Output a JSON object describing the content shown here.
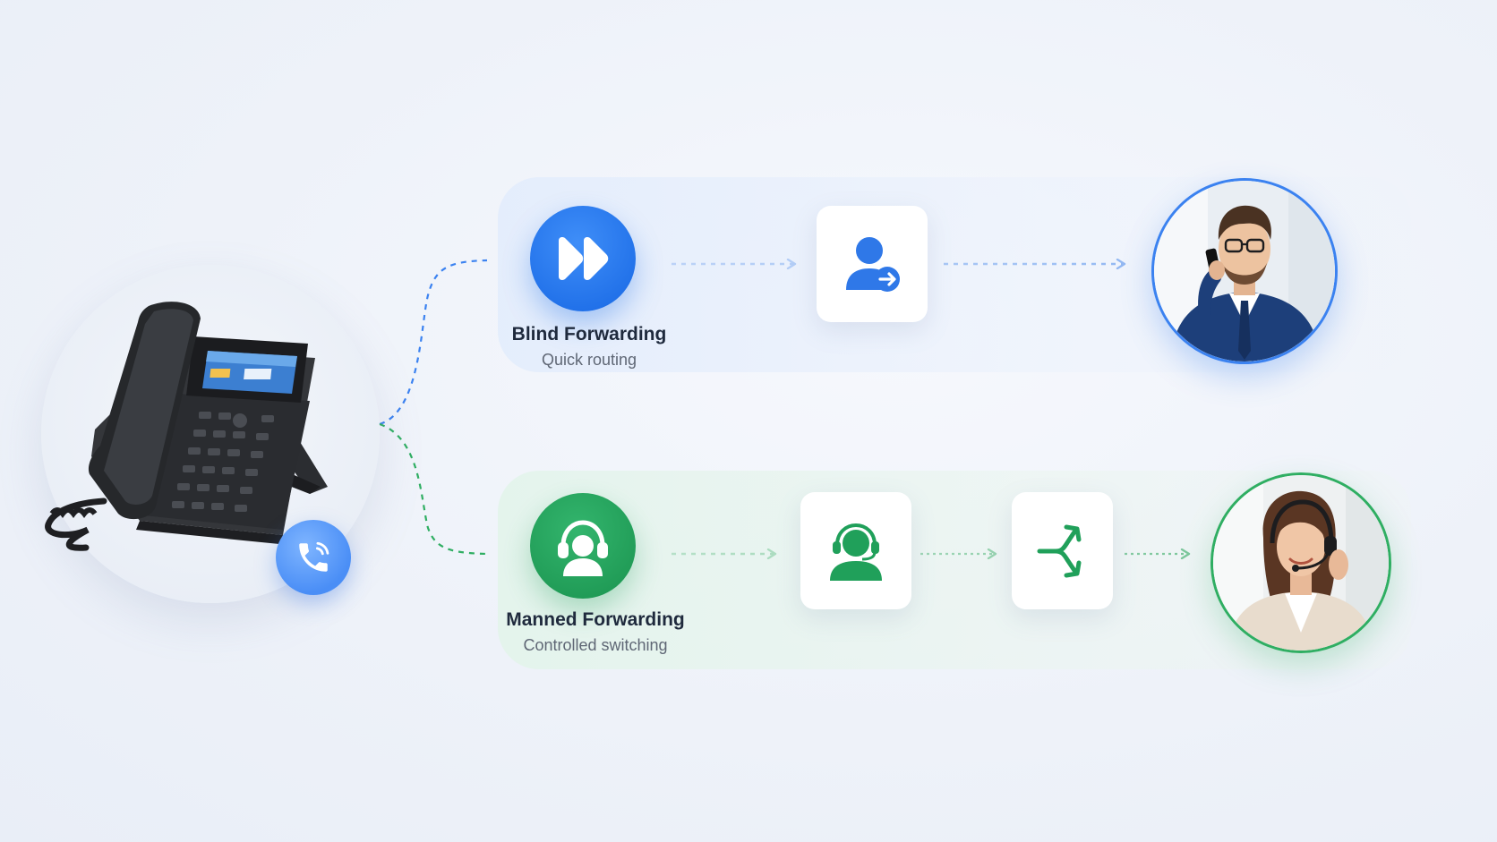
{
  "colors": {
    "blind_accent": "#1f6fe8",
    "manned_accent": "#1f9a55"
  },
  "source": {
    "device": "desk-ip-phone",
    "badge_icon": "phone-ringing-icon"
  },
  "blind": {
    "title": "Blind Forwarding",
    "subtitle": "Quick routing",
    "method_icon": "fast-forward-icon",
    "steps": [
      {
        "icon": "user-forward-icon"
      }
    ],
    "destination": "businessman-on-phone"
  },
  "manned": {
    "title": "Manned Forwarding",
    "subtitle": "Controlled switching",
    "method_icon": "headset-agent-icon",
    "steps": [
      {
        "icon": "agent-headset-icon"
      },
      {
        "icon": "branch-split-icon"
      }
    ],
    "destination": "support-agent-with-headset"
  }
}
